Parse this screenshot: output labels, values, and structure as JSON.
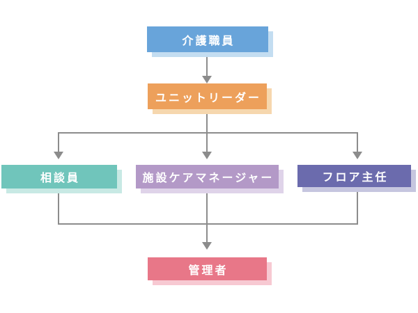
{
  "diagram": {
    "type": "org-chart-flowchart",
    "background_color": "#FFFFFF",
    "line_color": "#8C8C8C",
    "text_color": "#FFFFFF",
    "nodes": [
      {
        "id": "care-staff",
        "label": "介護職員",
        "color": "#68A4DA",
        "shadow_color": "#C3DDF1",
        "level": 1
      },
      {
        "id": "unit-leader",
        "label": "ユニットリーダー",
        "color": "#EDA05B",
        "shadow_color": "#F6D7AE",
        "level": 2
      },
      {
        "id": "counselor",
        "label": "相談員",
        "color": "#70C5BB",
        "shadow_color": "#C8E9E4",
        "level": 3
      },
      {
        "id": "facility-care-manager",
        "label": "施設ケアマネージャー",
        "color": "#B399C7",
        "shadow_color": "#DFD3E9",
        "level": 3
      },
      {
        "id": "floor-chief",
        "label": "フロア主任",
        "color": "#6B6BAD",
        "shadow_color": "#C6C6DF",
        "level": 3
      },
      {
        "id": "manager",
        "label": "管理者",
        "color": "#E87788",
        "shadow_color": "#F7C9D2",
        "level": 4
      }
    ],
    "edges": [
      {
        "from": "care-staff",
        "to": "unit-leader",
        "arrow": true
      },
      {
        "from": "unit-leader",
        "to": "counselor",
        "arrow": true
      },
      {
        "from": "unit-leader",
        "to": "facility-care-manager",
        "arrow": true
      },
      {
        "from": "unit-leader",
        "to": "floor-chief",
        "arrow": true
      },
      {
        "from": "counselor",
        "to": "manager",
        "arrow": true
      },
      {
        "from": "facility-care-manager",
        "to": "manager",
        "arrow": true
      },
      {
        "from": "floor-chief",
        "to": "manager",
        "arrow": true
      }
    ]
  }
}
